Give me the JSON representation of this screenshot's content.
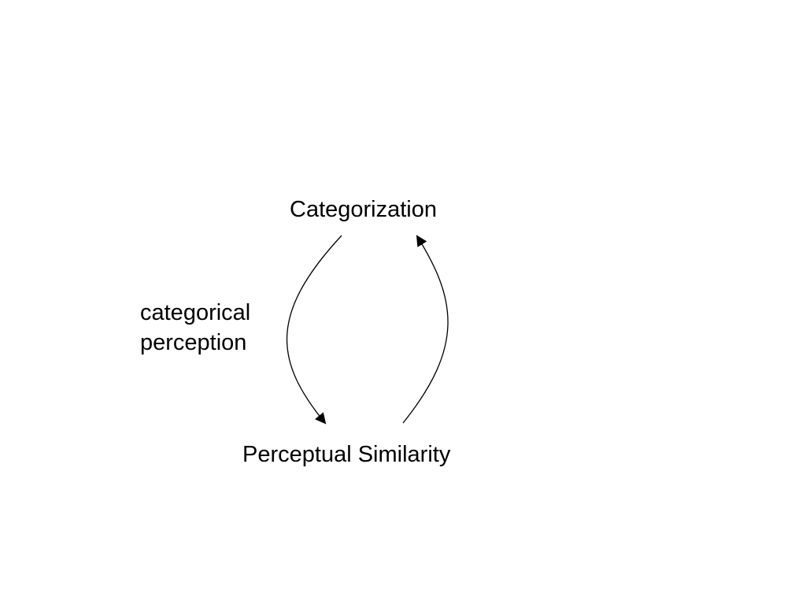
{
  "nodes": {
    "top": "Categorization",
    "bottom": "Perceptual Similarity"
  },
  "edge_label": {
    "line1": "categorical",
    "line2": "perception"
  },
  "colors": {
    "stroke": "#000000",
    "text": "#000000",
    "background": "#ffffff"
  }
}
